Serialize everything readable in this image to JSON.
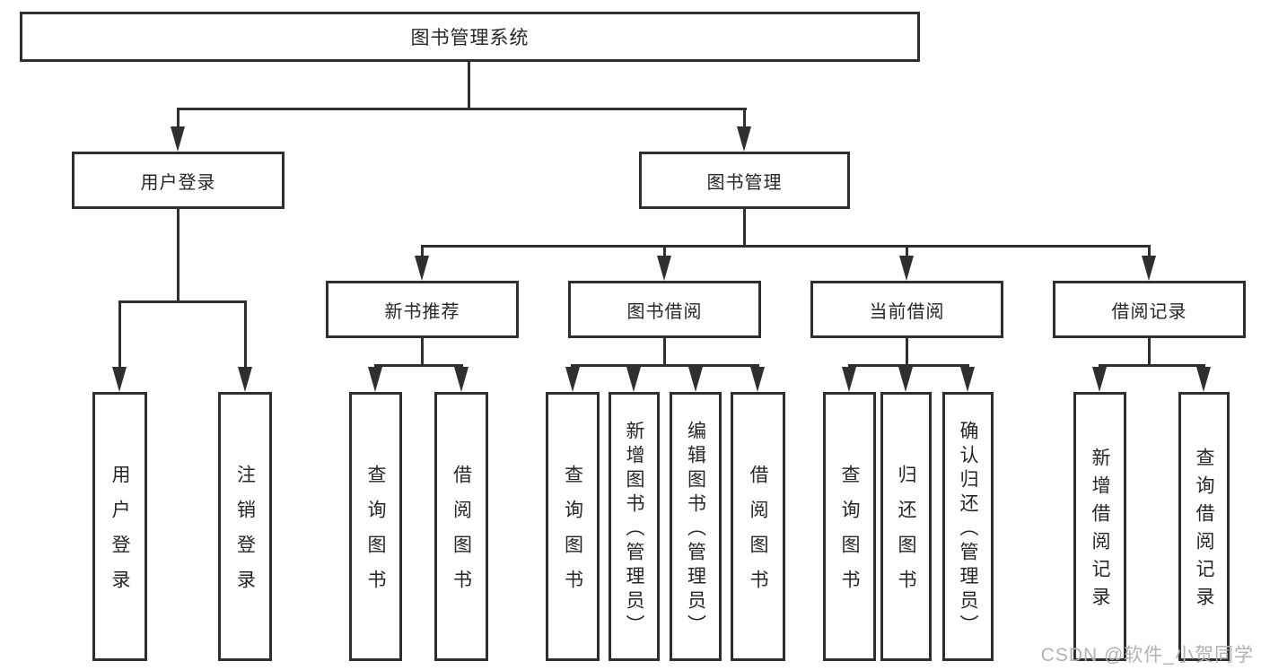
{
  "diagram": {
    "root": {
      "label": "图书管理系统"
    },
    "branches": [
      {
        "label": "用户登录",
        "children": [
          {
            "label": "用户登录"
          },
          {
            "label": "注销登录"
          }
        ]
      },
      {
        "label": "图书管理",
        "children": [
          {
            "label": "新书推荐",
            "children": [
              {
                "label": "查询图书"
              },
              {
                "label": "借阅图书"
              }
            ]
          },
          {
            "label": "图书借阅",
            "children": [
              {
                "label": "查询图书"
              },
              {
                "label": "新增图书（管理员）"
              },
              {
                "label": "编辑图书（管理员）"
              },
              {
                "label": "借阅图书"
              }
            ]
          },
          {
            "label": "当前借阅",
            "children": [
              {
                "label": "查询图书"
              },
              {
                "label": "归还图书"
              },
              {
                "label": "确认归还（管理员）"
              }
            ]
          },
          {
            "label": "借阅记录",
            "children": [
              {
                "label": "新增借阅记录"
              },
              {
                "label": "查询借阅记录"
              }
            ]
          }
        ]
      }
    ]
  },
  "watermark": {
    "text": "CSDN @软件_小贺同学"
  },
  "colors": {
    "line": "#2f2f2f",
    "text": "#262626",
    "watermark": "#b2b2b2",
    "background": "#ffffff"
  }
}
